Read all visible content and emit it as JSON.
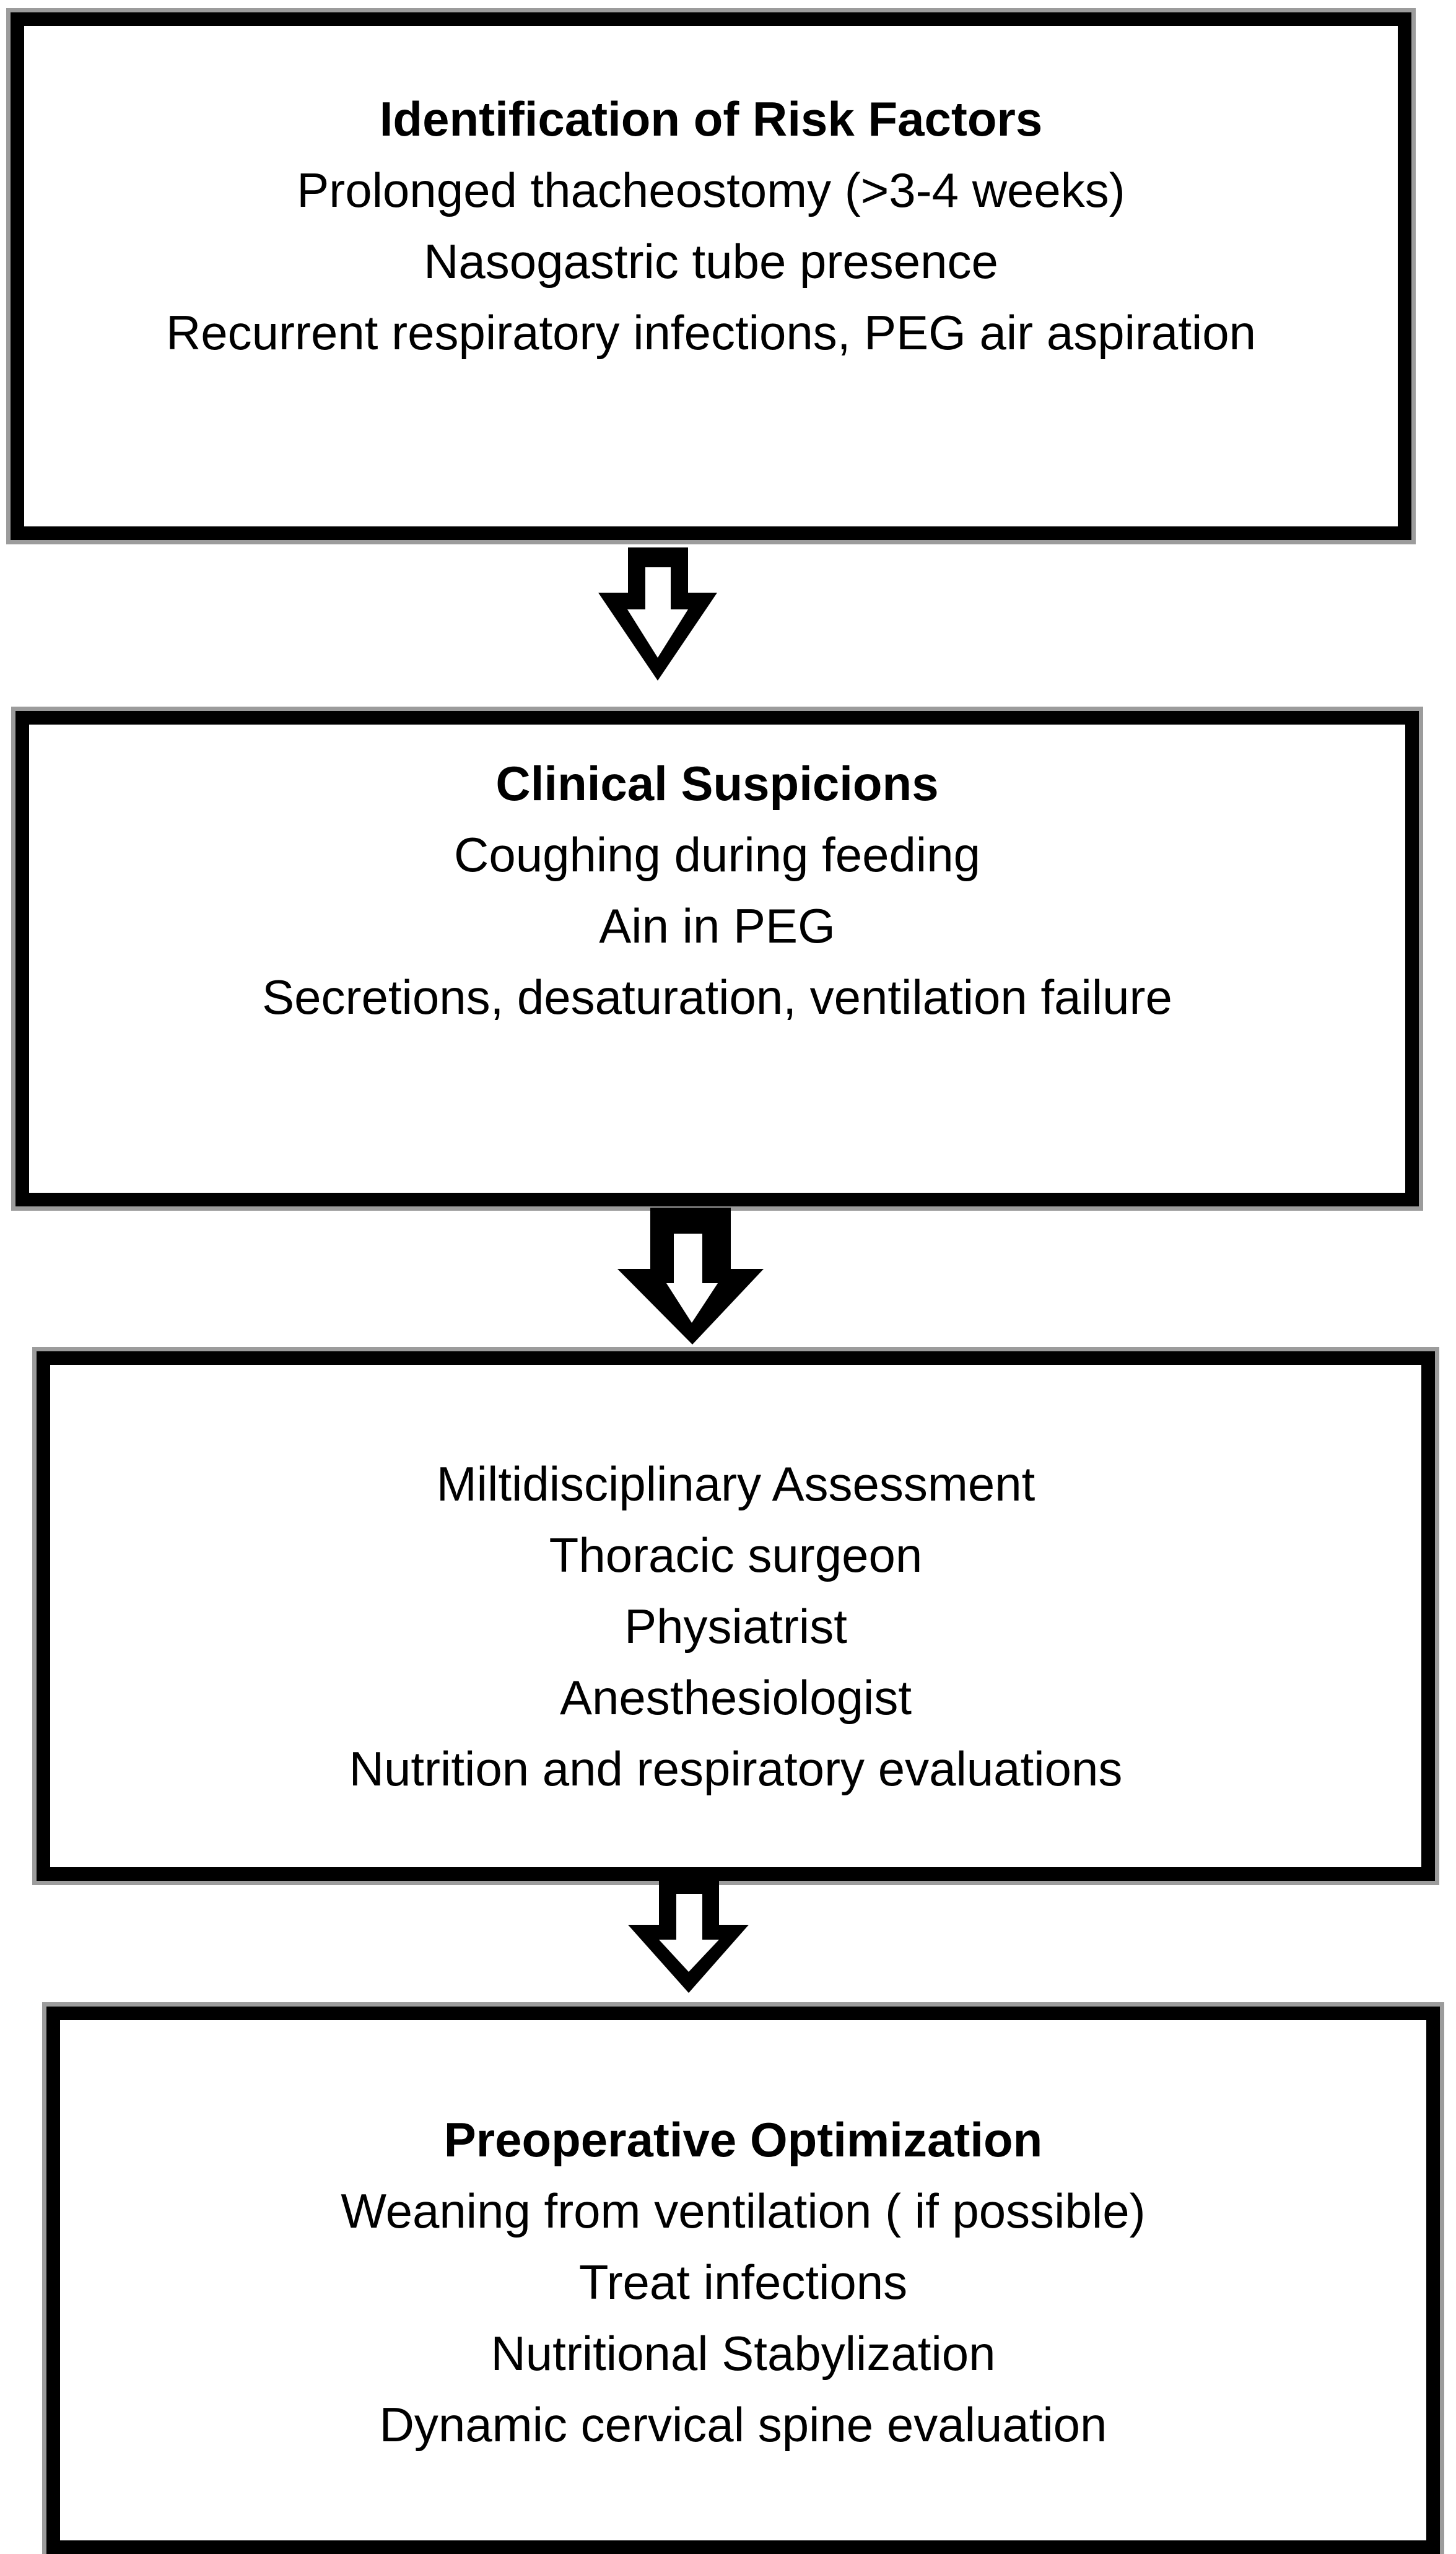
{
  "flowchart": {
    "colors": {
      "background": "#ffffff",
      "border": "#000000",
      "shadow": "#9c9c9c",
      "text": "#000000"
    },
    "boxes": [
      {
        "id": "identification-of-risk-factors",
        "title": "Identification of Risk Factors",
        "title_bold": true,
        "lines": [
          "Prolonged thacheostomy (>3-4 weeks)",
          "Nasogastric tube presence",
          "Recurrent respiratory infections, PEG air aspiration"
        ]
      },
      {
        "id": "clinical-suspicions",
        "title": "Clinical Suspicions",
        "title_bold": true,
        "lines": [
          "Coughing during feeding",
          "Ain in PEG",
          "Secretions, desaturation, ventilation failure"
        ]
      },
      {
        "id": "multidisciplinary-assessment",
        "title": "Miltidisciplinary Assessment",
        "title_bold": false,
        "lines": [
          "Thoracic surgeon",
          "Physiatrist",
          "Anesthesiologist",
          "Nutrition and respiratory evaluations"
        ]
      },
      {
        "id": "preoperative-optimization",
        "title": "Preoperative Optimization",
        "title_bold": true,
        "lines": [
          "Weaning from ventilation ( if possible)",
          "Treat infections",
          "Nutritional Stabylization",
          "Dynamic cervical spine evaluation"
        ]
      }
    ],
    "connectors": [
      {
        "icon": "down-block-arrow-icon"
      },
      {
        "icon": "down-block-arrow-icon"
      },
      {
        "icon": "down-block-arrow-icon"
      }
    ]
  }
}
